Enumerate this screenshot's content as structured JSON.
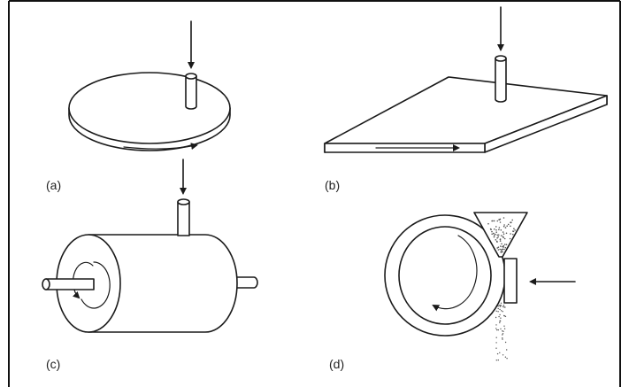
{
  "panels": [
    {
      "id": "a",
      "label": "(a)"
    },
    {
      "id": "b",
      "label": "(b)"
    },
    {
      "id": "c",
      "label": "(c)"
    },
    {
      "id": "d",
      "label": "(d)"
    }
  ],
  "colors": {
    "ink": "#1a1a1a",
    "background": "#ffffff",
    "powder": "#555555"
  }
}
